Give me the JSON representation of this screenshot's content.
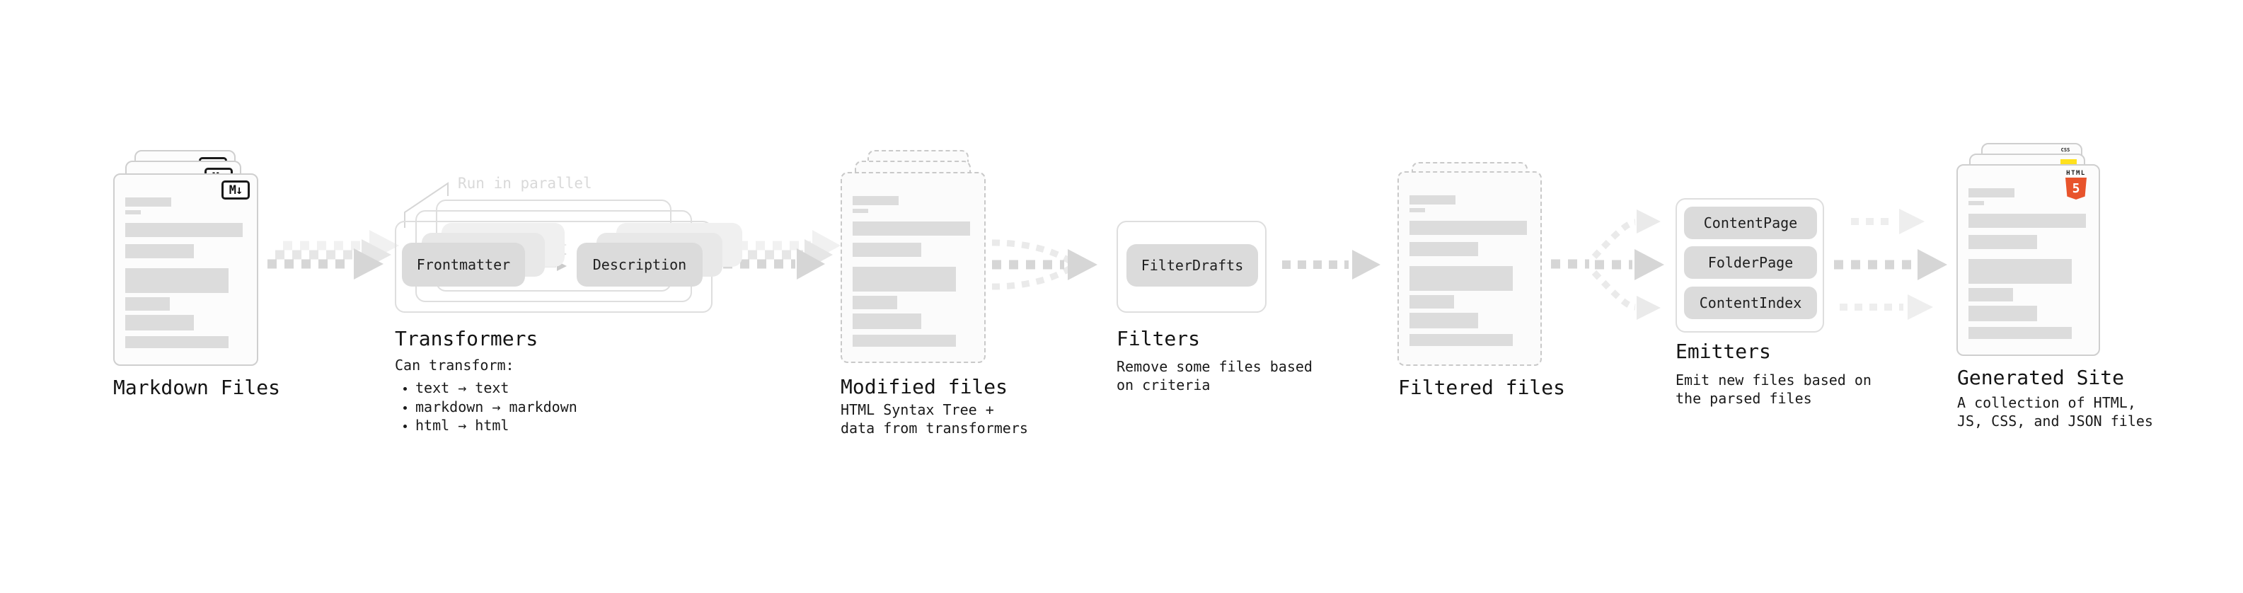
{
  "stages": {
    "markdown_files": {
      "title": "Markdown Files"
    },
    "transformers": {
      "title": "Transformers",
      "annotation": "Run in parallel",
      "pill_left": "Frontmatter",
      "pill_right": "Description",
      "desc_heading": "Can transform:",
      "bullets": [
        "text → text",
        "markdown → markdown",
        "html → html"
      ]
    },
    "modified_files": {
      "title": "Modified files",
      "desc_line1": "HTML Syntax Tree +",
      "desc_line2": "data from transformers"
    },
    "filters": {
      "title": "Filters",
      "pill": "FilterDrafts",
      "desc_line1": "Remove some files based",
      "desc_line2": "on criteria"
    },
    "filtered_files": {
      "title": "Filtered files"
    },
    "emitters": {
      "title": "Emitters",
      "pills": [
        "ContentPage",
        "FolderPage",
        "ContentIndex"
      ],
      "desc_line1": "Emit new files based on",
      "desc_line2": "the parsed files"
    },
    "generated_site": {
      "title": "Generated Site",
      "desc_line1": "A collection of HTML,",
      "desc_line2": "JS, CSS, and JSON files"
    }
  },
  "icons": {
    "markdown": "M↓",
    "css_label": "CSS",
    "html_label": "HTML",
    "html_number": "5"
  },
  "colors": {
    "js_yellow": "#ffe11e",
    "css_blue": "#2f6bf2",
    "html_orange": "#e8542c",
    "placeholder_bar": "#dcdcdc",
    "arrow_gray": "#d6d6d6",
    "annotation_gray": "#d9d9d9"
  }
}
